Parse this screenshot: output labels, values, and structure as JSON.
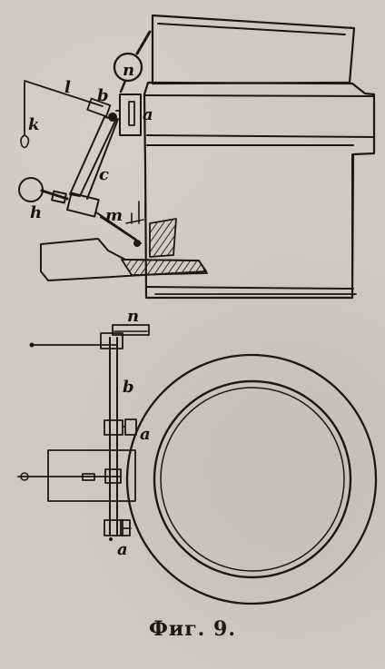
{
  "figure": {
    "caption": "Фиг. 9.",
    "labels": {
      "n_top": "n",
      "l": "l",
      "b_top": "b",
      "a_top": "a",
      "k": "k",
      "c": "c",
      "h": "h",
      "m": "m",
      "n_bottom": "n",
      "b_bottom": "b",
      "a_mid": "a",
      "a_bottom": "a"
    }
  }
}
